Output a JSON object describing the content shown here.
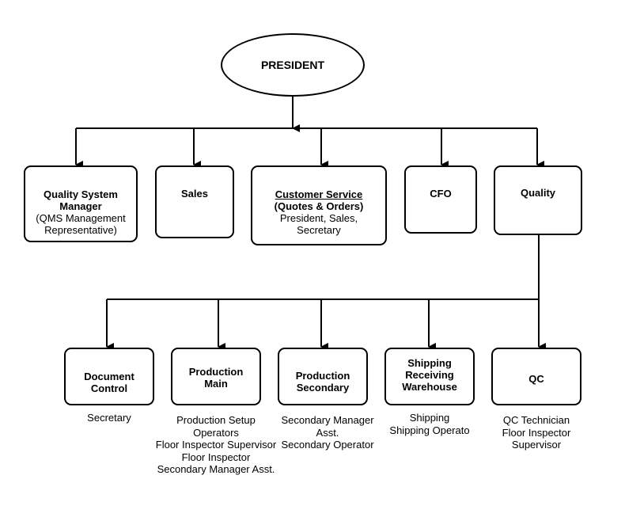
{
  "president": "PRESIDENT",
  "top": {
    "qsm": {
      "title": "Quality System Manager",
      "sub": "(QMS Management Representative)"
    },
    "sales": {
      "title": "Sales"
    },
    "cs": {
      "title1": "Customer Service",
      "title2": "(Quotes &  Orders)",
      "sub": "President, Sales, Secretary"
    },
    "cfo": {
      "title": "CFO"
    },
    "quality": {
      "title": "Quality"
    }
  },
  "bottom": {
    "doc": {
      "title": "Document Control",
      "caption": [
        "Secretary"
      ]
    },
    "prodmain": {
      "title": "Production Main",
      "caption": [
        "Production Setup",
        "Operators",
        "Floor Inspector Supervisor",
        "Floor Inspector",
        "Secondary Manager Asst."
      ]
    },
    "prodsec": {
      "title": "Production Secondary",
      "caption": [
        "Secondary Manager",
        "Asst.",
        "Secondary Operator"
      ]
    },
    "ship": {
      "title": "Shipping Receiving Warehouse",
      "caption": [
        "Shipping",
        "Shipping Operato"
      ]
    },
    "qc": {
      "title": "QC",
      "caption": [
        "QC Technician",
        "Floor Inspector",
        "Supervisor"
      ]
    }
  }
}
